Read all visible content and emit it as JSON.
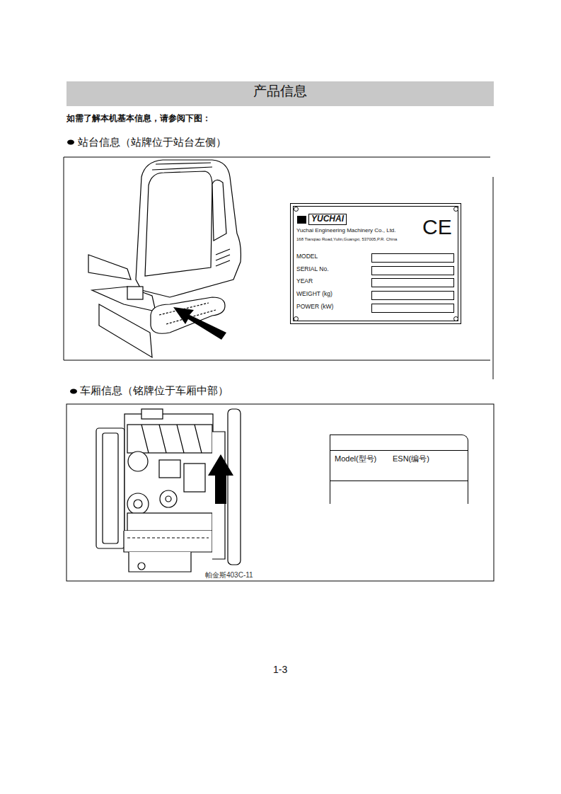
{
  "diagram": {
    "title": "产品信息",
    "nodes": [
      {
        "text": [
          "YUCHAI",
          "Yuchai Engineering Machinery Co., Ltd.",
          "168 Tianqiao Road,Yulin,Guangxi, 537005,P.R. China",
          "CE",
          "MODEL",
          "SERIAL No.",
          "YEAR",
          "WEIGHT (kg)",
          "POWER (kW)"
        ]
      },
      {
        "text": [
          "Model(型号)",
          "ESN(编号)"
        ]
      }
    ],
    "labels": [
      "如需了解本机基本信息，请参阅下图：",
      "站台信息（站牌位于站台左侧）",
      "车厢信息（铭牌位于车厢中部）",
      "帕金斯403C-11",
      "1-3"
    ]
  }
}
